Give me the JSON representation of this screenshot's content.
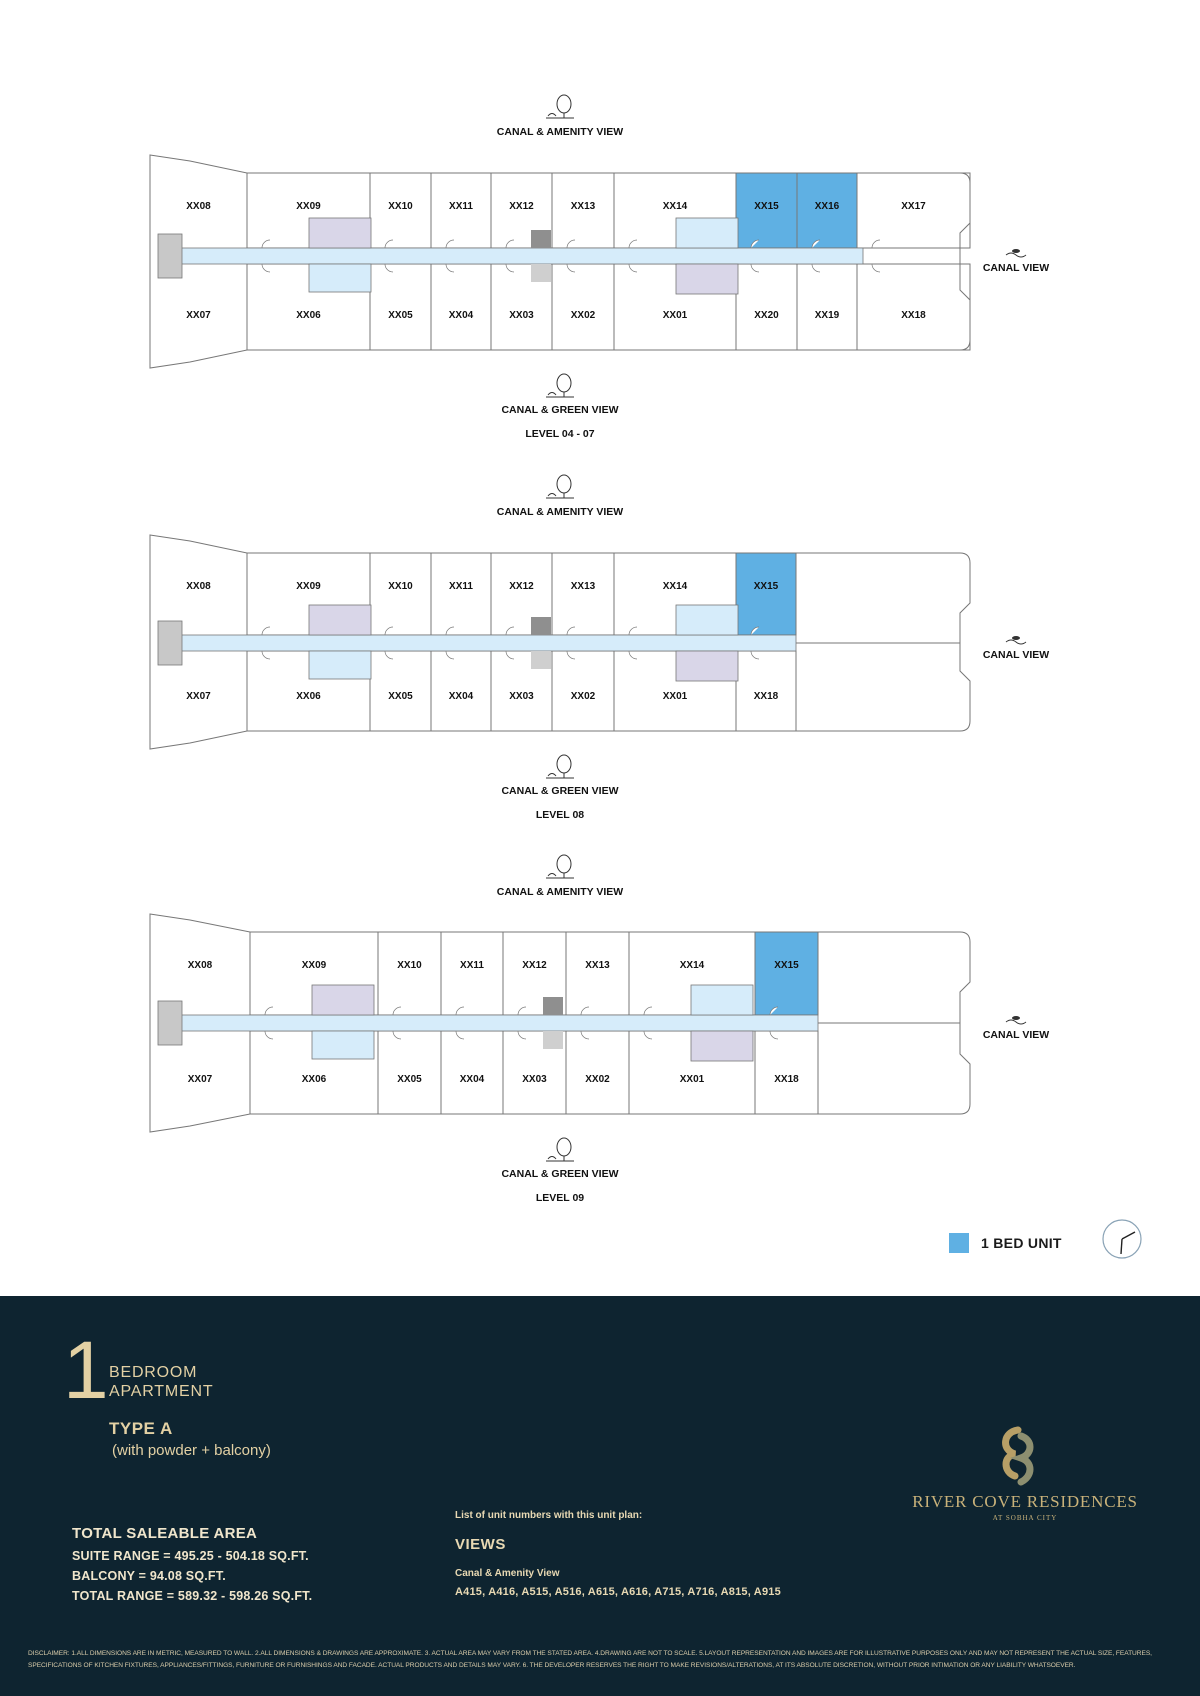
{
  "plans": [
    {
      "top_view": "CANAL & AMENITY VIEW",
      "bottom_view": "CANAL & GREEN VIEW",
      "side_view": "CANAL VIEW",
      "level": "LEVEL 04 - 07",
      "top_units": [
        "XX08",
        "XX09",
        "XX10",
        "XX11",
        "XX12",
        "XX13",
        "XX14",
        "XX15",
        "XX16",
        "XX17"
      ],
      "bottom_units": [
        "XX07",
        "XX06",
        "XX05",
        "XX04",
        "XX03",
        "XX02",
        "XX01",
        "XX20",
        "XX19",
        "XX18"
      ],
      "highlighted": [
        "XX15",
        "XX16"
      ]
    },
    {
      "top_view": "CANAL & AMENITY VIEW",
      "bottom_view": "CANAL & GREEN VIEW",
      "side_view": "CANAL VIEW",
      "level": "LEVEL 08",
      "top_units": [
        "XX08",
        "XX09",
        "XX10",
        "XX11",
        "XX12",
        "XX13",
        "XX14",
        "XX15"
      ],
      "bottom_units": [
        "XX07",
        "XX06",
        "XX05",
        "XX04",
        "XX03",
        "XX02",
        "XX01",
        "XX18"
      ],
      "highlighted": [
        "XX15"
      ]
    },
    {
      "top_view": "CANAL & AMENITY VIEW",
      "bottom_view": "CANAL & GREEN VIEW",
      "side_view": "CANAL VIEW",
      "level": "LEVEL 09",
      "top_units": [
        "XX08",
        "XX09",
        "XX10",
        "XX11",
        "XX12",
        "XX13",
        "XX14",
        "XX15"
      ],
      "bottom_units": [
        "XX07",
        "XX06",
        "XX05",
        "XX04",
        "XX03",
        "XX02",
        "XX01",
        "XX18"
      ],
      "highlighted": [
        "XX15"
      ]
    }
  ],
  "legend": {
    "label": "1 BED UNIT",
    "color": "#5fb0e3",
    "icon": "compass-icon"
  },
  "colors": {
    "corridor": "#d6ecfa",
    "highlight": "#5fb0e3",
    "bathroom": "#d9d6e8",
    "core": "#c8c8c8",
    "footer_bg": "#0e2430",
    "gold": "#e3d1a4"
  },
  "apartment": {
    "number": "1",
    "line1": "BEDROOM",
    "line2": "APARTMENT",
    "type": "TYPE A",
    "subtitle": "(with powder + balcony)"
  },
  "area": {
    "title": "TOTAL SALEABLE AREA",
    "suite": "SUITE RANGE = 495.25 - 504.18 SQ.FT.",
    "balcony": "BALCONY = 94.08 SQ.FT.",
    "total": "TOTAL RANGE = 589.32 - 598.26 SQ.FT."
  },
  "units": {
    "intro": "List of unit numbers with this unit plan:",
    "views_title": "VIEWS",
    "view_name": "Canal & Amenity View",
    "unit_list": "A415, A416, A515, A516, A615, A616, A715, A716, A815, A915"
  },
  "brand": {
    "name": "RIVER COVE RESIDENCES",
    "sub": "AT SOBHA CITY"
  },
  "disclaimer": "DISCLAIMER: 1.ALL DIMENSIONS ARE IN METRIC, MEASURED TO WALL. 2.ALL DIMENSIONS & DRAWINGS ARE APPROXIMATE. 3. ACTUAL AREA MAY VARY FROM THE STATED AREA. 4.DRAWING ARE NOT TO SCALE. 5.LAYOUT REPRESENTATION AND IMAGES ARE FOR ILLUSTRATIVE PURPOSES ONLY AND MAY NOT REPRESENT THE ACTUAL SIZE, FEATURES, SPECIFICATIONS OF KITCHEN FIXTURES, APPLIANCES/FITTINGS, FURNITURE OR FURNISHINGS AND FACADE. ACTUAL PRODUCTS AND DETAILS MAY VARY. 6. THE DEVELOPER RESERVES THE RIGHT TO MAKE REVISIONS/ALTERATIONS, AT ITS ABSOLUTE DISCRETION, WITHOUT PRIOR INTIMATION OR ANY LIABILITY WHATSOEVER."
}
